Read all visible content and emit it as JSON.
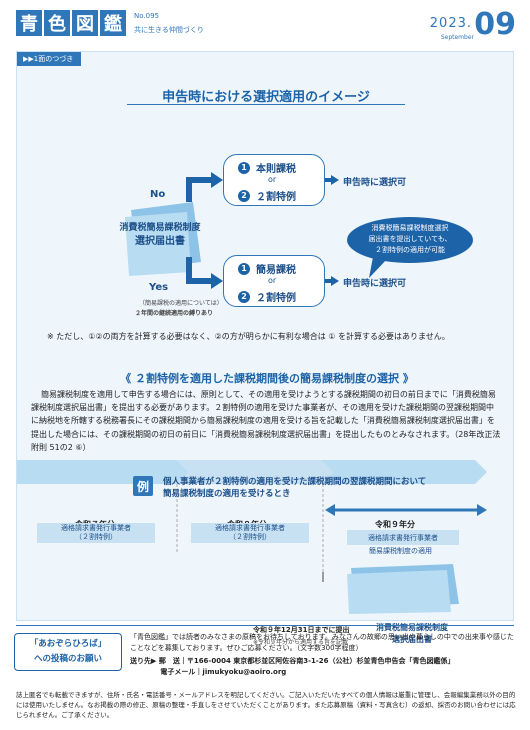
{
  "header": {
    "logo_chars": [
      "青",
      "色",
      "図",
      "鑑"
    ],
    "issue_no": "No.095",
    "tagline": "共に生きる仲間づくり",
    "year": "2023.",
    "month": "September",
    "day": "09"
  },
  "continuation_tag": "▶▶1面のつづき",
  "section1": {
    "title": "申告時における選択適用のイメージ",
    "form_name_line1": "消費税簡易課税制度",
    "form_name_line2": "選択届出書",
    "no_label": "No",
    "yes_label": "Yes",
    "upper_options": {
      "opt1_num": "1",
      "opt1": "本則課税",
      "or": "or",
      "opt2_num": "2",
      "opt2": "２割特例"
    },
    "lower_options": {
      "opt1_num": "1",
      "opt1": "簡易課税",
      "or": "or",
      "opt2_num": "2",
      "opt2": "２割特例"
    },
    "select_text_upper": "申告時に選択可",
    "select_text_lower": "申告時に選択可",
    "bubble_text": [
      "消費税簡易課税制度選択",
      "届出書を提出していても、",
      "２割特例の適用が可能"
    ],
    "small_note1": "（簡易課税の適用については）",
    "small_note2": "２年間の継続適用の縛りあり",
    "caution": "※ ただし、①②の両方を計算する必要はなく、②の方が明らかに有利な場合は ① を計算する必要はありません。"
  },
  "section2": {
    "title": "《 ２割特例を適用した課税期間後の簡易課税制度の選択 》",
    "paragraph": "簡易課税制度を適用して申告する場合には、原則として、その適用を受けようとする課税期間の初日の前日までに「消費税簡易課税制度選択届出書」を提出する必要があります。２割特例の適用を受けた事業者が、その適用を受けた課税期間の翌課税期間中に納税地を所轄する税務署長にその課税期間から簡易課税制度の適用を受ける旨を記載した「消費税簡易課税制度選択届出書」を提出した場合には、その課税期間の初日の前日に「消費税簡易課税制度選択届出書」を提出したものとみなされます。（28年改正法附則 51の2 ⑥）"
  },
  "example": {
    "badge": "例",
    "line1": "個人事業者が２割特例の適用を受けた課税期間の翌課税期間において",
    "line2": "簡易課税制度の適用を受けるとき",
    "years": [
      "令和７年分",
      "令和８年分",
      "令和９年分"
    ],
    "box1_line1": "適格請求書発行事業者",
    "box1_line2": "（２割特例）",
    "box2_line1": "適格請求書発行事業者",
    "box2_line2": "（２割特例）",
    "box3": "適格請求書発行事業者",
    "simplified_label": "簡易課税制度の適用",
    "deadline1": "令和９年12月31日までに提出",
    "deadline2": "※令和９年分から適用する旨を記載",
    "form_line1": "消費税簡易課税制度",
    "form_line2": "選択届出書"
  },
  "footer": {
    "box_line1": "「あおぞらひろば」",
    "box_line2": "への投稿のお願い",
    "text": "「青色図鑑」では読者のみなさまの原稿をお待ちしております。みなさんの故郷の思い出や暮らしの中での出来事や感じたことなどを募集しております。ぜひご応募ください。（文字数300字程度）",
    "addr_line1": "送り先▶ 郵　送｜〒166-0004 東京都杉並区阿佐谷南3-1-26（公社）杉並青色申告会「青色図鑑係」",
    "addr_line2": "　　　　 電子メール｜jimukyoku@aoiro.org",
    "note": "誌上匿名でも転載できますが、住所・氏名・電話番号・メールアドレスを明記してください。ご記入いただいたすべての個人情報は厳重に管理し、会報編集業務以外の目的には使用いたしません。なお掲載の際の修正、原稿の整理・手直しをさせていただくことがあります。また応募原稿（資料・写真含む）の返却、採否のお問い合わせには応じられません。ご了承ください。"
  },
  "colors": {
    "primary": "#2f77b9",
    "dark": "#1d63a8",
    "panel": "#eef6fc",
    "box": "#c7e1f3"
  }
}
